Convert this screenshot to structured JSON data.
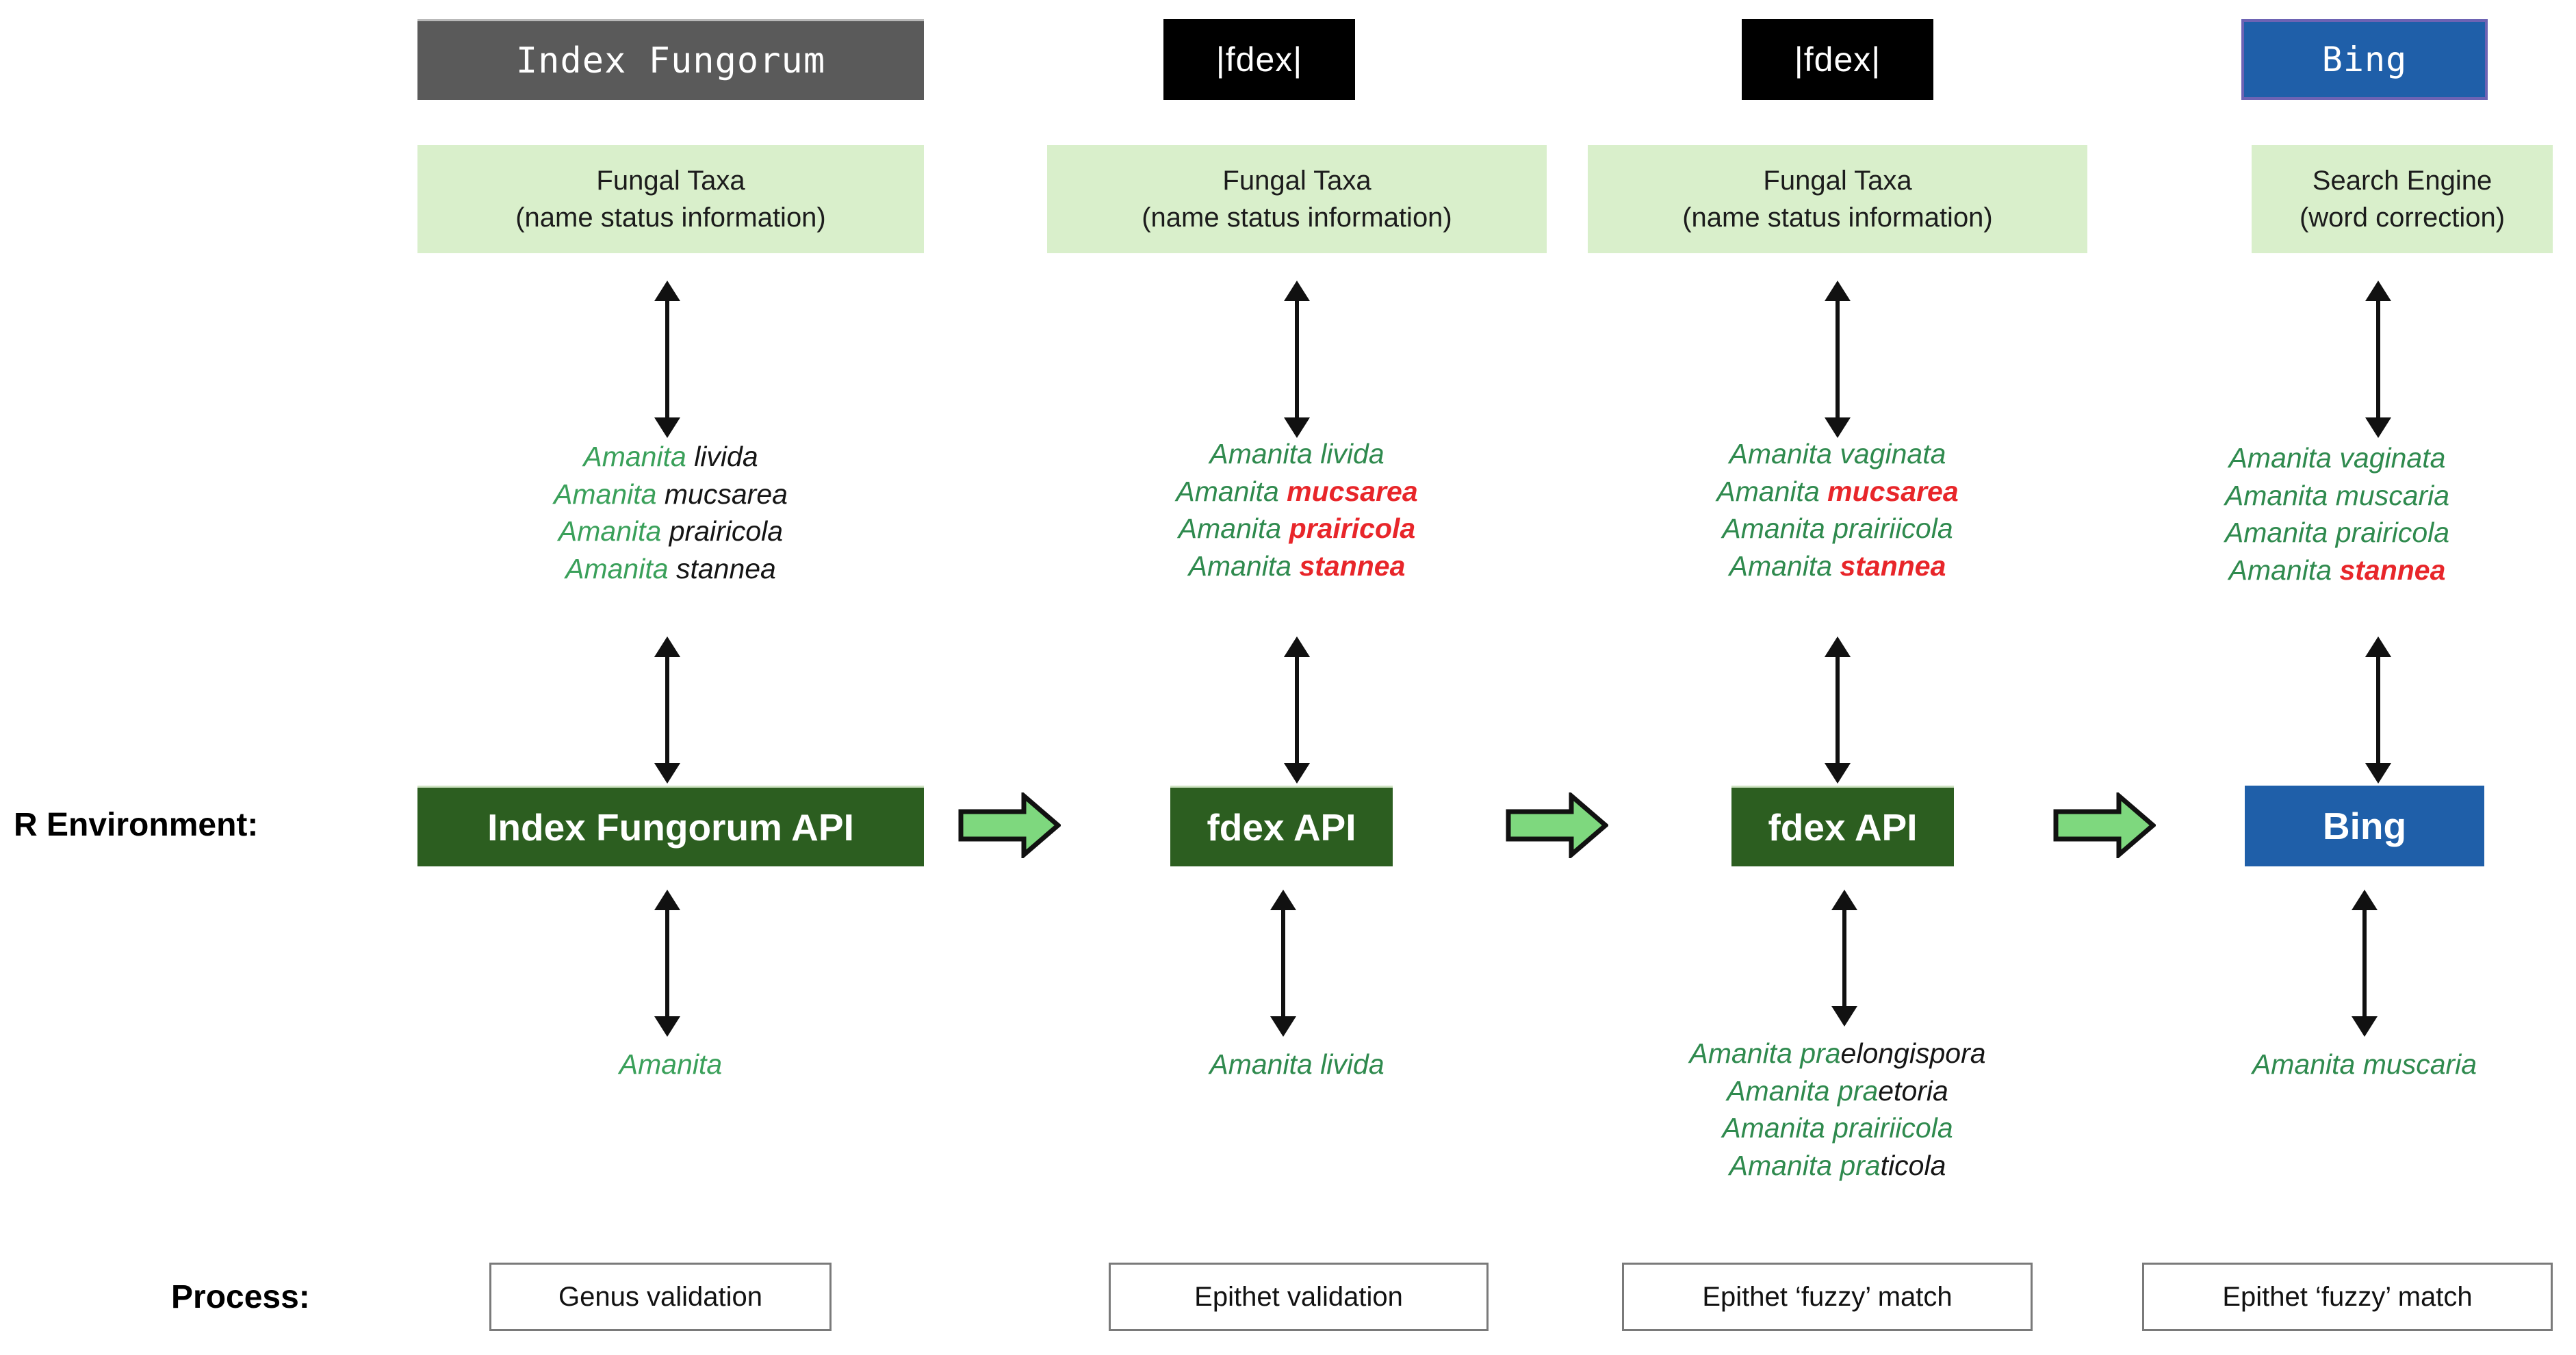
{
  "row_labels": {
    "environment": "R Environment:",
    "process": "Process:"
  },
  "colors": {
    "logo_index_bg": "#5a5a5a",
    "logo_fdex_bg": "#000000",
    "logo_bing_bg": "#1f5fa9",
    "logo_bing_border": "#6d63b4",
    "info_box_bg": "#d9efcb",
    "api_green_bg": "#2c5e20",
    "api_blue_bg": "#1f5fa9",
    "arrow_fill": "#7ed87e",
    "arrow_stroke": "#111111",
    "genus_green": "#3aa05a",
    "epithet_red": "#e8262a",
    "epithet_black": "#151515"
  },
  "columns": [
    {
      "logo": "Index Fungorum",
      "logo_style": "monospace-gray",
      "info_line1": "Fungal Taxa",
      "info_line2": "(name status information)",
      "top_list": [
        {
          "genus": "Amanita",
          "genus_color": "green",
          "epithet": "livida",
          "epithet_color": "black"
        },
        {
          "genus": "Amanita",
          "genus_color": "green",
          "epithet": "mucsarea",
          "epithet_color": "black"
        },
        {
          "genus": "Amanita",
          "genus_color": "green",
          "epithet": "prairicola",
          "epithet_color": "black"
        },
        {
          "genus": "Amanita",
          "genus_color": "green",
          "epithet": "stannea",
          "epithet_color": "black"
        }
      ],
      "api_label": "Index Fungorum API",
      "api_style": "green",
      "bottom_list": [
        {
          "genus": "Amanita",
          "genus_color": "green",
          "epithet": "",
          "epithet_color": "green"
        }
      ],
      "process": "Genus validation"
    },
    {
      "logo": "|fdex|",
      "logo_style": "sans-black",
      "info_line1": "Fungal Taxa",
      "info_line2": "(name status information)",
      "top_list": [
        {
          "genus": "Amanita",
          "genus_color": "green",
          "epithet": "livida",
          "epithet_color": "green"
        },
        {
          "genus": "Amanita",
          "genus_color": "green",
          "epithet": "mucsarea",
          "epithet_color": "red"
        },
        {
          "genus": "Amanita",
          "genus_color": "green",
          "epithet": "prairicola",
          "epithet_color": "red"
        },
        {
          "genus": "Amanita",
          "genus_color": "green",
          "epithet": "stannea",
          "epithet_color": "red"
        }
      ],
      "api_label": "fdex API",
      "api_style": "green",
      "bottom_list": [
        {
          "genus": "Amanita",
          "genus_color": "green",
          "epithet": "livida",
          "epithet_color": "green"
        }
      ],
      "process": "Epithet validation"
    },
    {
      "logo": "|fdex|",
      "logo_style": "sans-black",
      "info_line1": "Fungal Taxa",
      "info_line2": "(name status information)",
      "top_list": [
        {
          "genus": "Amanita",
          "genus_color": "green",
          "epithet": "vaginata",
          "epithet_color": "green"
        },
        {
          "genus": "Amanita",
          "genus_color": "green",
          "epithet": "mucsarea",
          "epithet_color": "red"
        },
        {
          "genus": "Amanita",
          "genus_color": "green",
          "epithet": "prairiicola",
          "epithet_color": "green"
        },
        {
          "genus": "Amanita",
          "genus_color": "green",
          "epithet": "stannea",
          "epithet_color": "red"
        }
      ],
      "api_label": "fdex API",
      "api_style": "green",
      "bottom_list": [
        {
          "genus": "Amanita pra",
          "genus_color": "green",
          "epithet": "elongispora",
          "epithet_color": "black"
        },
        {
          "genus": "Amanita pra",
          "genus_color": "green",
          "epithet": "etoria",
          "epithet_color": "black"
        },
        {
          "genus": "Amanita prairiicola",
          "genus_color": "green",
          "epithet": "",
          "epithet_color": "green"
        },
        {
          "genus": "Amanita pra",
          "genus_color": "green",
          "epithet": "ticola",
          "epithet_color": "black"
        }
      ],
      "process": "Epithet ‘fuzzy’ match"
    },
    {
      "logo": "Bing",
      "logo_style": "monospace-blue",
      "info_line1": "Search Engine",
      "info_line2": "(word correction)",
      "top_list": [
        {
          "genus": "Amanita",
          "genus_color": "green",
          "epithet": "vaginata",
          "epithet_color": "green"
        },
        {
          "genus": "Amanita",
          "genus_color": "green",
          "epithet": "muscaria",
          "epithet_color": "green"
        },
        {
          "genus": "Amanita",
          "genus_color": "green",
          "epithet": "prairicola",
          "epithet_color": "green"
        },
        {
          "genus": "Amanita",
          "genus_color": "green",
          "epithet": "stannea",
          "epithet_color": "red"
        }
      ],
      "api_label": "Bing",
      "api_style": "blue",
      "bottom_list": [
        {
          "genus": "Amanita",
          "genus_color": "green",
          "epithet": "muscaria",
          "epithet_color": "green"
        }
      ],
      "process": "Epithet ‘fuzzy’ match"
    }
  ]
}
